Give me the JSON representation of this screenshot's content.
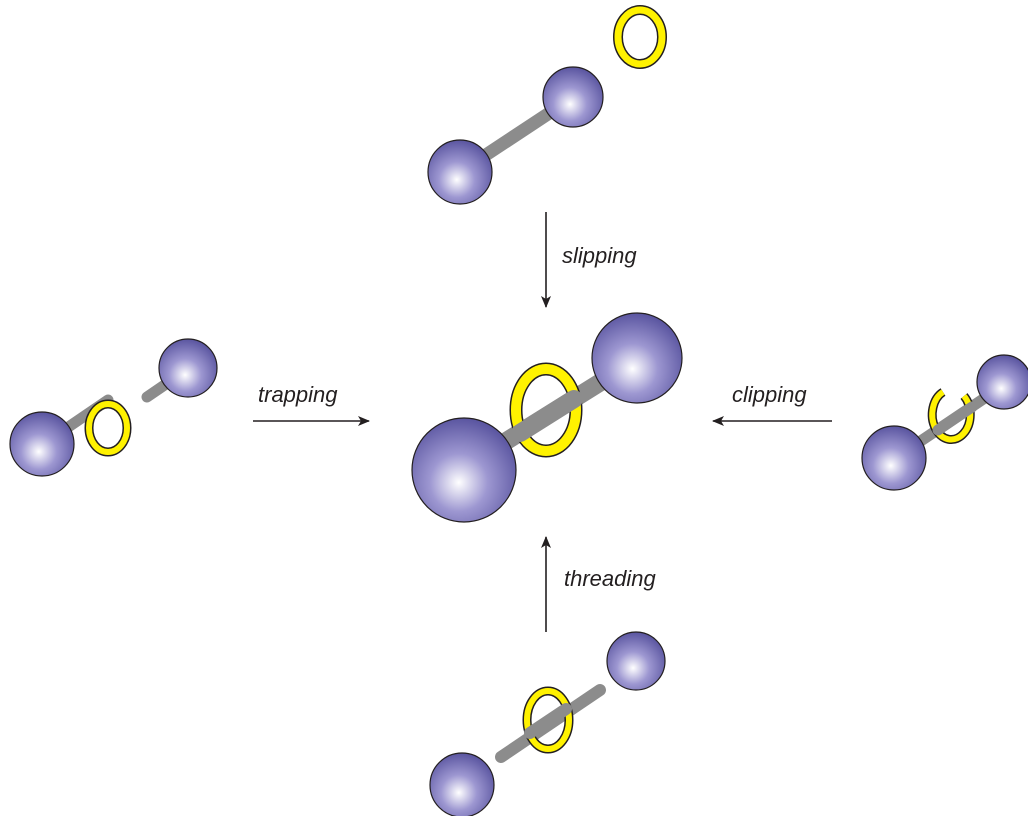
{
  "colors": {
    "stopper_light": "#ffffff",
    "stopper_mid": "#9d97d1",
    "stopper_dark": "#5a55a0",
    "axle": "#8c8c8c",
    "ring_fill": "#fff200",
    "ring_outline": "#231f20",
    "arrow": "#231f20"
  },
  "labels": {
    "slipping": "slipping",
    "trapping": "trapping",
    "clipping": "clipping",
    "threading": "threading"
  },
  "icons": {
    "stopper": "sphere",
    "ring": "macrocycle-ring",
    "axle": "rod",
    "arrow": "arrow"
  }
}
